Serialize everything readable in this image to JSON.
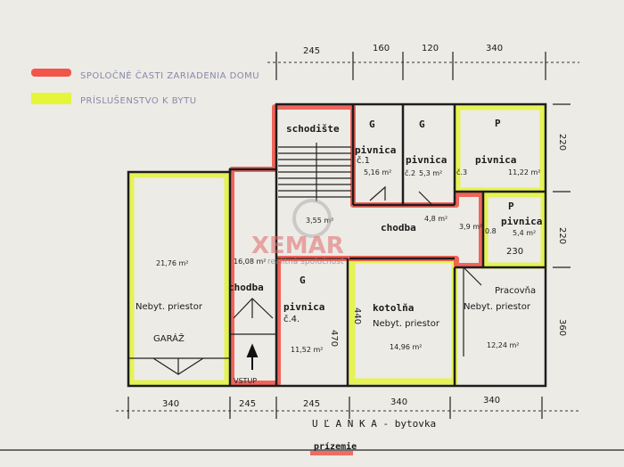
{
  "legend": [
    {
      "color": "#f2554a",
      "text": "SPOLOČNÉ ČASTI ZARIADENIA DOMU"
    },
    {
      "color": "#e4f53a",
      "text": "PRÍSLUŠENSTVO K BYTU"
    }
  ],
  "dimensions": {
    "top": [
      "245",
      "160",
      "120",
      "340"
    ],
    "bottom": [
      "340",
      "245",
      "245",
      "340",
      "340"
    ],
    "right": [
      "220",
      "220",
      "360"
    ],
    "inner": [
      "470",
      "440",
      "230",
      "0.8"
    ]
  },
  "rooms": {
    "garaz": {
      "area": "21,76 m²",
      "type": "Nebyt. priestor",
      "name": "GARÁŽ"
    },
    "chodba_left": {
      "area": "16,08 m²",
      "name": "chodba",
      "entrance": "VSTUP"
    },
    "schodiste": {
      "name": "schodište",
      "area": "3,55 m²"
    },
    "pivnica1": {
      "mark": "G",
      "name": "pivnica",
      "number": "č.1",
      "area": "5,16 m²"
    },
    "pivnica2": {
      "mark": "G",
      "name": "pivnica",
      "number": "č.2",
      "area": "5,3 m²"
    },
    "pivnica3": {
      "mark": "P",
      "name": "pivnica",
      "number": "č.3",
      "area": "11,22 m²"
    },
    "pivnica_small": {
      "mark": "P",
      "name": "pivnica",
      "area": "5,4 m²"
    },
    "chodba_mid": {
      "name": "chodba",
      "area": "4,8 m²"
    },
    "small_space": {
      "area": "3,9 m²"
    },
    "pivnica4": {
      "mark": "G",
      "name": "pivnica",
      "number": "č.4.",
      "area": "11,52 m²"
    },
    "kotolna": {
      "name": "kotolňa",
      "type": "Nebyt. priestor",
      "area": "14,96 m²"
    },
    "pracovna": {
      "name": "Pracovňa",
      "type": "Nebyt. priestor",
      "area": "12,24 m²"
    }
  },
  "footer": {
    "building": "U Ľ A N K A  -  bytovka",
    "floor": "prízemie"
  },
  "watermark": {
    "brand": "XEMAR",
    "tagline": "realitná spoločnosť"
  }
}
